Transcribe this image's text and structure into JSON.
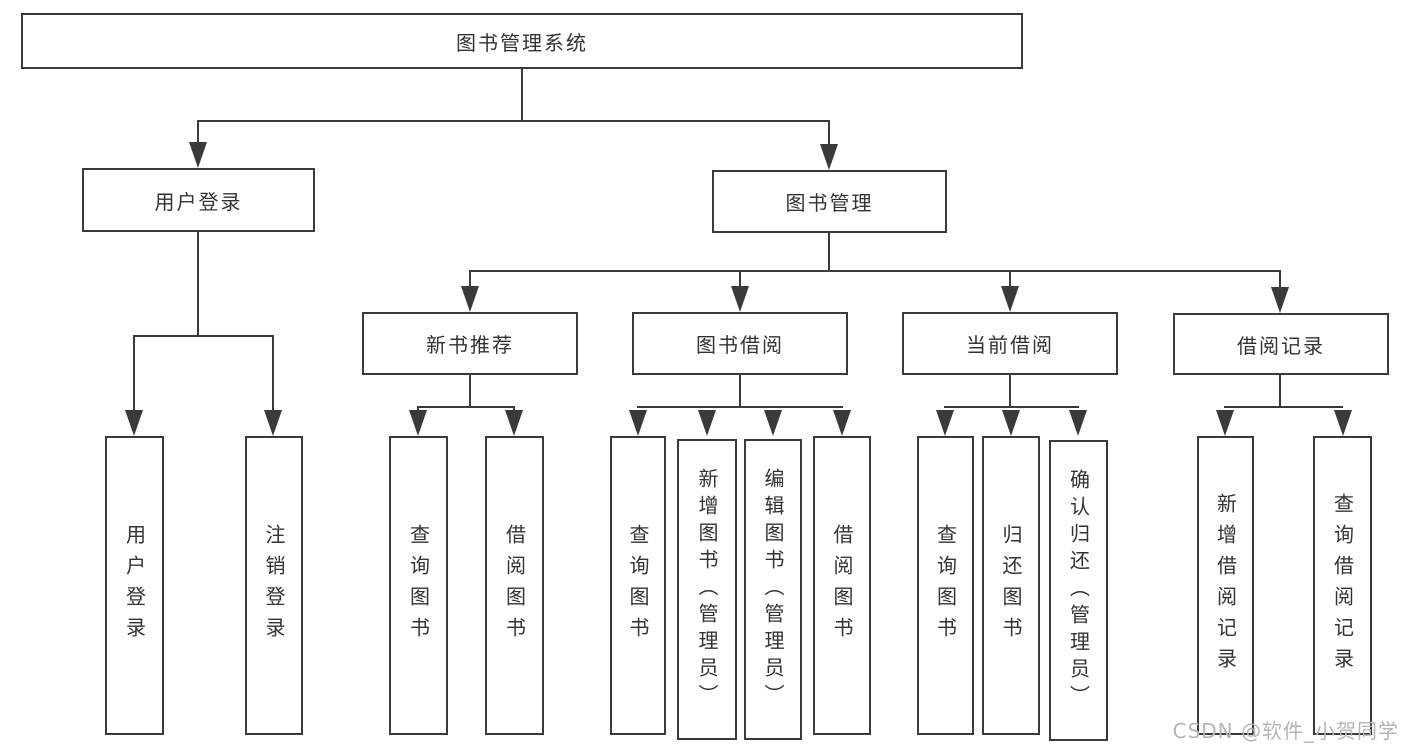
{
  "diagram": {
    "root": "图书管理系统",
    "branches": {
      "user_login": {
        "label": "用户登录",
        "children": [
          "用户登录",
          "注销登录"
        ]
      },
      "book_management": {
        "label": "图书管理",
        "sections": [
          {
            "label": "新书推荐",
            "children": [
              "查询图书",
              "借阅图书"
            ]
          },
          {
            "label": "图书借阅",
            "children": [
              "查询图书",
              "新增图书（管理员）",
              "编辑图书（管理员）",
              "借阅图书"
            ]
          },
          {
            "label": "当前借阅",
            "children": [
              "查询图书",
              "归还图书",
              "确认归还（管理员）"
            ]
          },
          {
            "label": "借阅记录",
            "children": [
              "新增借阅记录",
              "查询借阅记录"
            ]
          }
        ]
      }
    }
  },
  "watermark": "CSDN @软件_小贺同学",
  "colors": {
    "line": "#3a3a3a",
    "text": "#333333",
    "watermark": "#b5b5b5",
    "background": "#ffffff"
  }
}
